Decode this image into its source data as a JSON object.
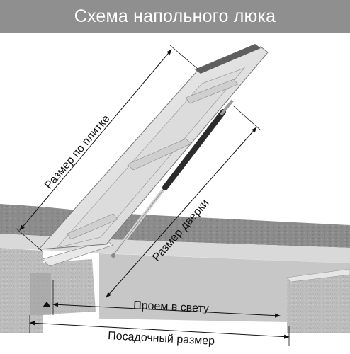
{
  "title": "Схема напольного люка",
  "labels": {
    "tile_size": "Размер по плитке",
    "door_size": "Размер дверки",
    "clear_opening": "Проем в свету",
    "seating_size": "Посадочный размер"
  },
  "colors": {
    "title_bar": "#8f8f8f",
    "title_text": "#ffffff",
    "line": "#111111",
    "lid_light": "#e9e9e9",
    "lid_mid": "#c9c9c9",
    "lid_edge": "#7a7a7a",
    "stone": "#b9b9b9",
    "floor_top": "#8a8a8a"
  },
  "icons": [
    "gas-strut",
    "lid-handle-rail",
    "dimension-arrow"
  ]
}
